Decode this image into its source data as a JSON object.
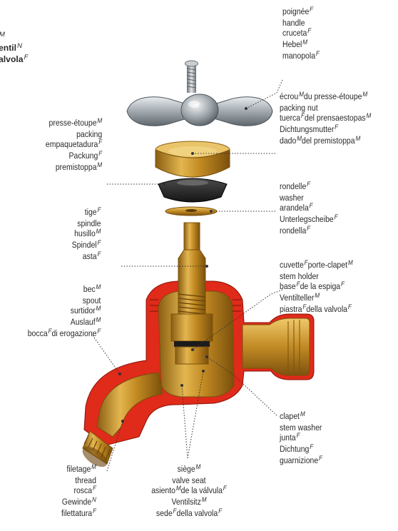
{
  "header_fragments": [
    {
      "text": "",
      "gender": "M",
      "bold": false
    },
    {
      "text": "entil",
      "gender": "N",
      "bold": true
    },
    {
      "text": "alvola",
      "gender": "F",
      "bold": true
    }
  ],
  "callouts": [
    {
      "key": "handle",
      "align": "left",
      "lines": [
        [
          {
            "t": "poignée",
            "g": "F"
          }
        ],
        [
          {
            "t": "handle"
          }
        ],
        [
          {
            "t": "cruceta",
            "g": "F"
          }
        ],
        [
          {
            "t": "Hebel",
            "g": "M"
          }
        ],
        [
          {
            "t": "manopola",
            "g": "F"
          }
        ]
      ]
    },
    {
      "key": "packing-nut",
      "align": "left",
      "lines": [
        [
          {
            "t": "écrou",
            "g": "M"
          },
          {
            "t": "du presse-étoupe",
            "g": "M"
          }
        ],
        [
          {
            "t": "packing nut"
          }
        ],
        [
          {
            "t": "tuerca",
            "g": "F"
          },
          {
            "t": "del prensaestopas",
            "g": "M"
          }
        ],
        [
          {
            "t": "Dichtungsmutter",
            "g": "F"
          }
        ],
        [
          {
            "t": "dado",
            "g": "M"
          },
          {
            "t": "del premistoppa",
            "g": "M"
          }
        ]
      ]
    },
    {
      "key": "washer",
      "align": "left",
      "lines": [
        [
          {
            "t": "rondelle",
            "g": "F"
          }
        ],
        [
          {
            "t": "washer"
          }
        ],
        [
          {
            "t": "arandela",
            "g": "F"
          }
        ],
        [
          {
            "t": "Unterlegscheibe",
            "g": "F"
          }
        ],
        [
          {
            "t": "rondella",
            "g": "F"
          }
        ]
      ]
    },
    {
      "key": "stem-holder",
      "align": "left",
      "lines": [
        [
          {
            "t": "cuvette",
            "g": "F"
          },
          {
            "t": "porte-clapet",
            "g": "M"
          }
        ],
        [
          {
            "t": "stem holder"
          }
        ],
        [
          {
            "t": "base",
            "g": "F"
          },
          {
            "t": "de la espiga",
            "g": "F"
          }
        ],
        [
          {
            "t": "Ventilteller",
            "g": "M"
          }
        ],
        [
          {
            "t": "piastra",
            "g": "F"
          },
          {
            "t": "della valvola",
            "g": "F"
          }
        ]
      ]
    },
    {
      "key": "stem-washer",
      "align": "left",
      "lines": [
        [
          {
            "t": "clapet",
            "g": "M"
          }
        ],
        [
          {
            "t": "stem washer"
          }
        ],
        [
          {
            "t": "junta",
            "g": "F"
          }
        ],
        [
          {
            "t": "Dichtung",
            "g": "F"
          }
        ],
        [
          {
            "t": "guarnizione",
            "g": "F"
          }
        ]
      ]
    },
    {
      "key": "packing",
      "align": "right",
      "lines": [
        [
          {
            "t": "presse-étoupe",
            "g": "M"
          }
        ],
        [
          {
            "t": "packing"
          }
        ],
        [
          {
            "t": "empaquetadura",
            "g": "F"
          }
        ],
        [
          {
            "t": "Packung",
            "g": "F"
          }
        ],
        [
          {
            "t": "premistoppa",
            "g": "M"
          }
        ]
      ]
    },
    {
      "key": "spindle",
      "align": "right",
      "lines": [
        [
          {
            "t": "tige",
            "g": "F"
          }
        ],
        [
          {
            "t": "spindle"
          }
        ],
        [
          {
            "t": "husillo",
            "g": "M"
          }
        ],
        [
          {
            "t": "Spindel",
            "g": "F"
          }
        ],
        [
          {
            "t": "asta",
            "g": "F"
          }
        ]
      ]
    },
    {
      "key": "spout",
      "align": "right",
      "lines": [
        [
          {
            "t": "bec",
            "g": "M"
          }
        ],
        [
          {
            "t": "spout"
          }
        ],
        [
          {
            "t": "surtidor",
            "g": "M"
          }
        ],
        [
          {
            "t": "Auslauf",
            "g": "M"
          }
        ],
        [
          {
            "t": "bocca",
            "g": "F"
          },
          {
            "t": "di erogazione",
            "g": "F"
          }
        ]
      ]
    },
    {
      "key": "thread",
      "align": "right",
      "lines": [
        [
          {
            "t": "filetage",
            "g": "M"
          }
        ],
        [
          {
            "t": "thread"
          }
        ],
        [
          {
            "t": "rosca",
            "g": "F"
          }
        ],
        [
          {
            "t": "Gewinde",
            "g": "N"
          }
        ],
        [
          {
            "t": "filettatura",
            "g": "F"
          }
        ]
      ]
    },
    {
      "key": "valve-seat",
      "align": "center",
      "lines": [
        [
          {
            "t": "siège",
            "g": "M"
          }
        ],
        [
          {
            "t": "valve seat"
          }
        ],
        [
          {
            "t": "asiento",
            "g": "M"
          },
          {
            "t": "de la válvula",
            "g": "F"
          }
        ],
        [
          {
            "t": "Ventilsitz",
            "g": "M"
          }
        ],
        [
          {
            "t": "sede",
            "g": "F"
          },
          {
            "t": "della valvola",
            "g": "F"
          }
        ]
      ]
    }
  ],
  "colors": {
    "brass": "#c9962e",
    "cutaway": "#e02a1a",
    "rubber": "#2b2b2b",
    "chrome": "#9aa0a6",
    "text": "#2a2a2a"
  }
}
